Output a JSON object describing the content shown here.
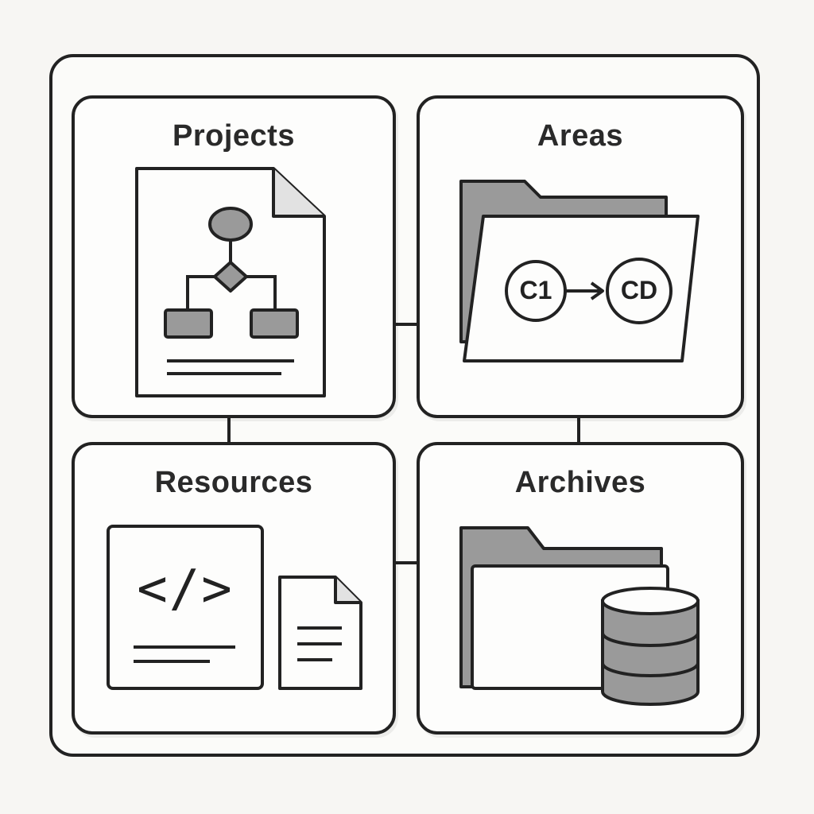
{
  "panels": {
    "projects": {
      "title": "Projects"
    },
    "areas": {
      "title": "Areas",
      "node_from": "C1",
      "node_to": "CD"
    },
    "resources": {
      "title": "Resources",
      "code_symbol": "</>"
    },
    "archives": {
      "title": "Archives"
    }
  },
  "icons": {
    "projects": "document-flowchart-icon",
    "areas": "open-folder-icon",
    "resources": "code-snippet-icon",
    "resources_secondary": "text-document-icon",
    "archives": "folder-icon",
    "archives_secondary": "database-icon"
  },
  "colors": {
    "stroke": "#222222",
    "fill_gray": "#9a9a9a",
    "background": "#f7f6f3"
  }
}
